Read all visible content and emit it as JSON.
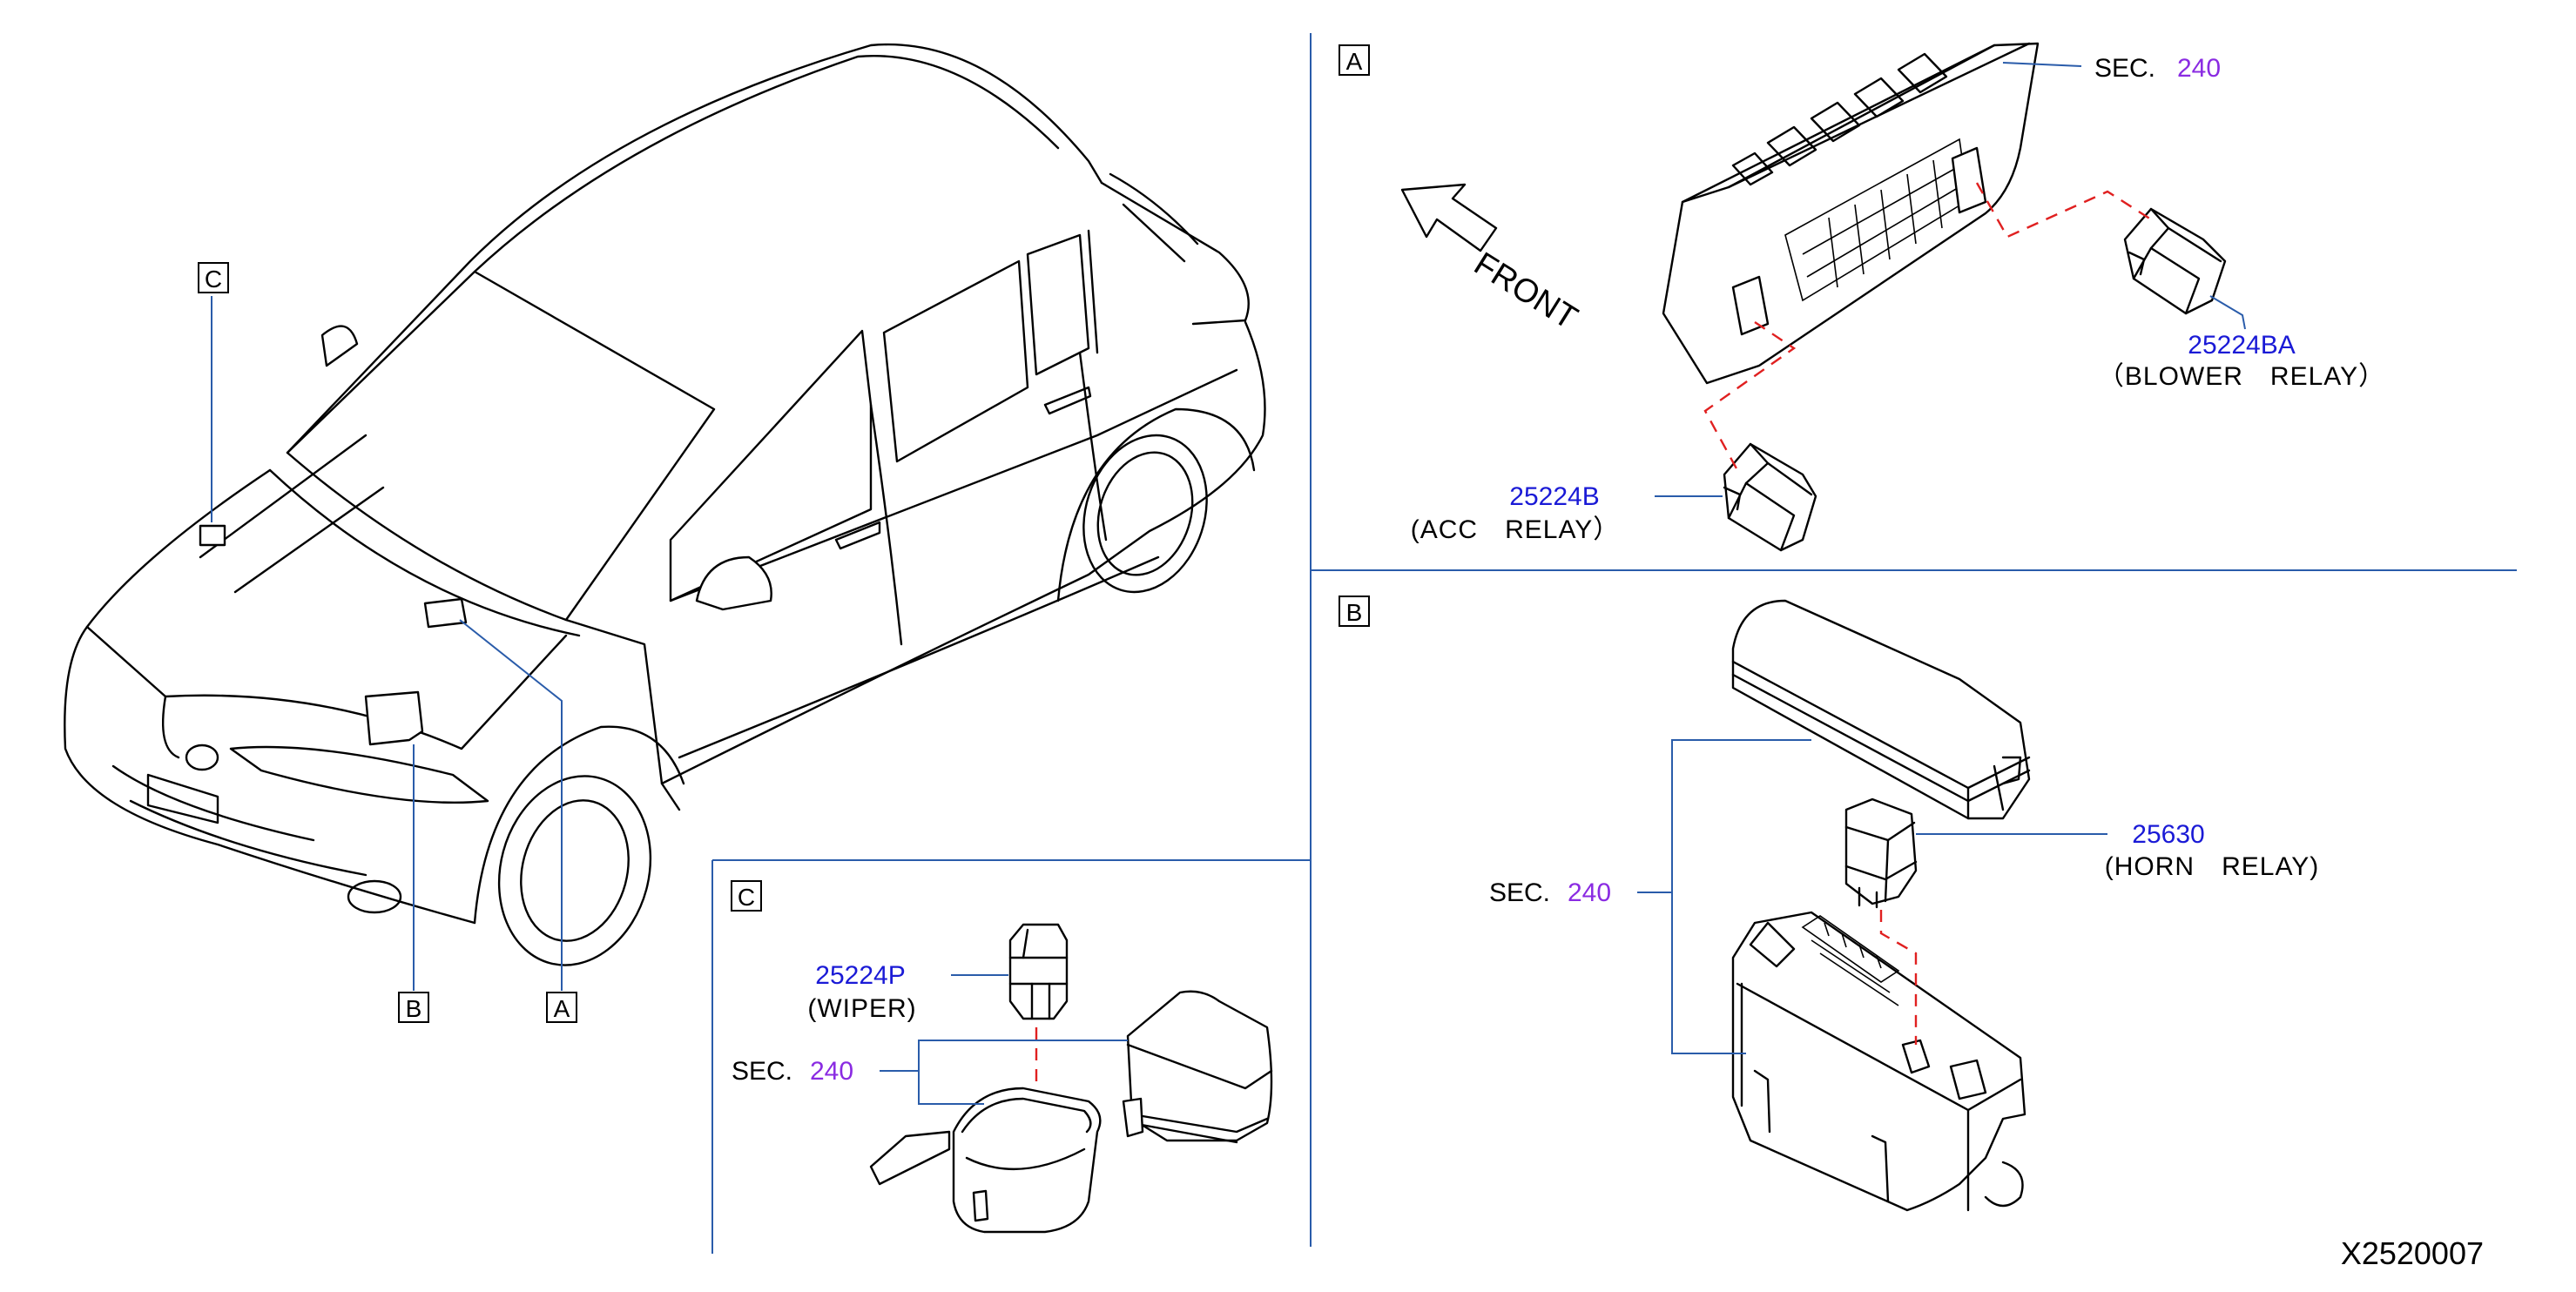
{
  "diagram_code": "X2520007",
  "callouts": {
    "a": "A",
    "b": "B",
    "c": "C"
  },
  "front_label": "FRONT",
  "sec_prefix": "SEC.",
  "sec_number": "240",
  "parts": {
    "blower_relay": {
      "number": "25224BA",
      "desc": "（BLOWER　RELAY）"
    },
    "acc_relay": {
      "number": "25224B",
      "desc": "(ACC　RELAY）"
    },
    "horn_relay": {
      "number": "25630",
      "desc": "(HORN　RELAY)"
    },
    "wiper_relay": {
      "number": "25224P",
      "desc": "(WIPER)"
    }
  },
  "colors": {
    "part_number": "#1a1ad6",
    "sec_number": "#8a2be2",
    "leader": "#2a5caa",
    "dash": "#e02020"
  }
}
